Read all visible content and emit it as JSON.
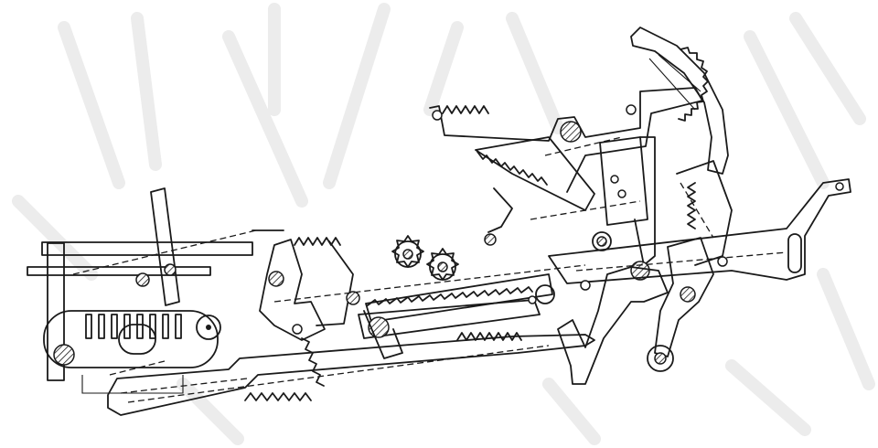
{
  "figure": {
    "kind": "mechanical line drawing",
    "colors": {
      "ink": "#1a1a1a",
      "background": "#ffffff",
      "faint_background_marks": "#ececec"
    },
    "components": [
      "left-gear-train-housing",
      "long-base-lever",
      "toothed-rack-bar",
      "twin-pinion-gears",
      "tension-springs",
      "curved-toothed-sector",
      "sector-arm-assembly",
      "hook-lever",
      "slotted-link-arm",
      "handle-lever"
    ]
  }
}
